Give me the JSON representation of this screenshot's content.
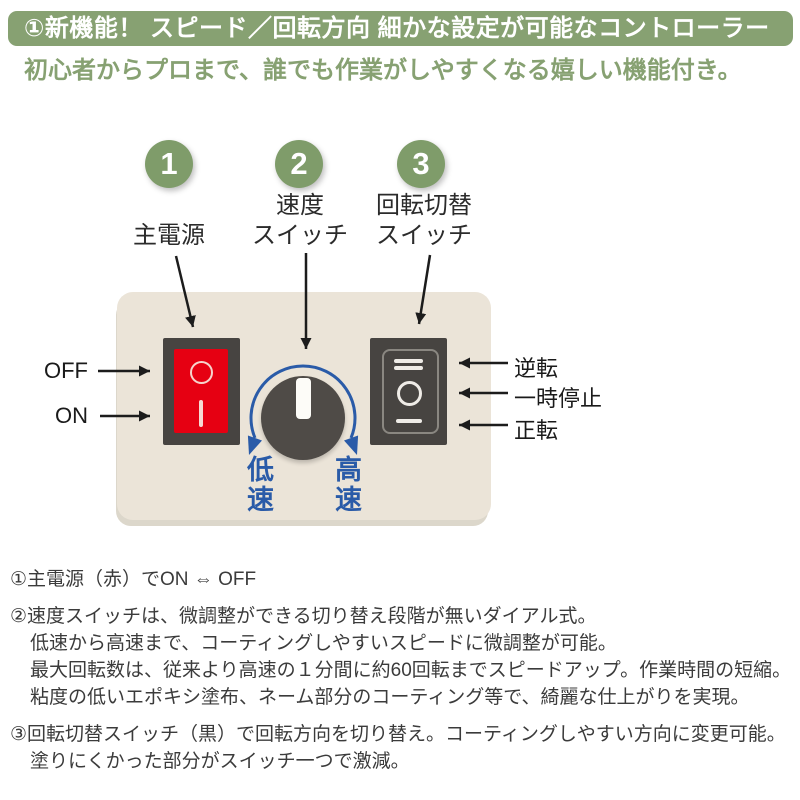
{
  "header": {
    "banner": "①新機能！ スピード／回転方向 細かな設定が可能なコントローラー",
    "subtitle": "初心者からプロまで、誰でも作業がしやすくなる嬉しい機能付き。"
  },
  "callouts": [
    {
      "number": "1",
      "line1": "",
      "line2": "主電源"
    },
    {
      "number": "2",
      "line1": "速度",
      "line2": "スイッチ"
    },
    {
      "number": "3",
      "line1": "回転切替",
      "line2": "スイッチ"
    }
  ],
  "panel": {
    "power_off_label": "OFF",
    "power_on_label": "ON",
    "rotation_labels": {
      "reverse": "逆転",
      "pause": "一時停止",
      "forward": "正転"
    },
    "dial_labels": {
      "low": "低速",
      "high": "高速"
    }
  },
  "icons": {
    "power_off_symbol": "circle-outline",
    "power_on_symbol": "vertical-bar",
    "rotation_reverse_symbol": "double-bar",
    "rotation_pause_symbol": "circle-outline",
    "rotation_forward_symbol": "single-bar",
    "dial_pointer": "white-notch",
    "speed_range_arrow": "blue-arc-double-arrow"
  },
  "colors": {
    "banner_green": "#87a172",
    "circle_green": "#7f9c6a",
    "panel_beige": "#ebe4d8",
    "switch_dark": "#474441",
    "rocker_red": "#e60012",
    "speed_blue": "#2a5ba8",
    "text": "#3b3b3b"
  },
  "notes": [
    [
      "①主電源（赤）でON ⇔ OFF"
    ],
    [
      "②速度スイッチは、微調整ができる切り替え段階が無いダイアル式。",
      "低速から高速まで、コーティングしやすいスピードに微調整が可能。",
      "最大回転数は、従来より高速の１分間に約60回転までスピードアップ。作業時間の短縮。",
      "粘度の低いエポキシ塗布、ネーム部分のコーティング等で、綺麗な仕上がりを実現。"
    ],
    [
      "③回転切替スイッチ（黒）で回転方向を切り替え。コーティングしやすい方向に変更可能。",
      "塗りにくかった部分がスイッチ一つで激減。"
    ]
  ]
}
